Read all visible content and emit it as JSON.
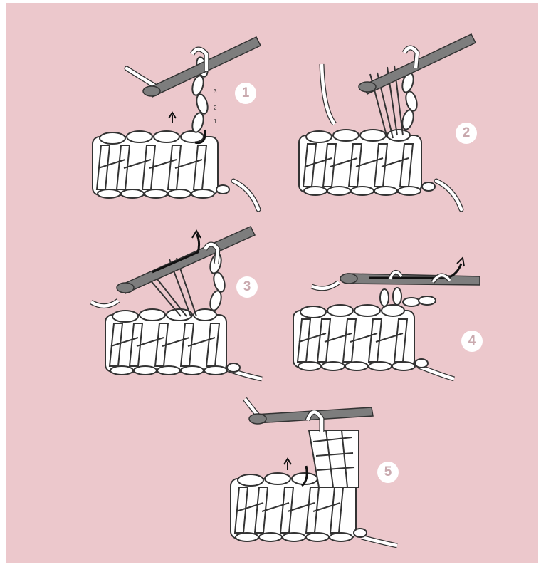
{
  "steps": [
    {
      "number": "1",
      "row_counts": [
        "3",
        "2",
        "1"
      ]
    },
    {
      "number": "2"
    },
    {
      "number": "3"
    },
    {
      "number": "4"
    },
    {
      "number": "5"
    }
  ],
  "colors": {
    "background": "#ecc8cc",
    "yarn_fill": "#ffffff",
    "yarn_outline": "#333333",
    "hook": "#7d7d7d",
    "arrow": "#111111",
    "step_number": "#c9a9ae"
  },
  "icons": [
    "crochet-hook-icon",
    "direction-arrow-icon",
    "yarn-stitch-icon"
  ]
}
